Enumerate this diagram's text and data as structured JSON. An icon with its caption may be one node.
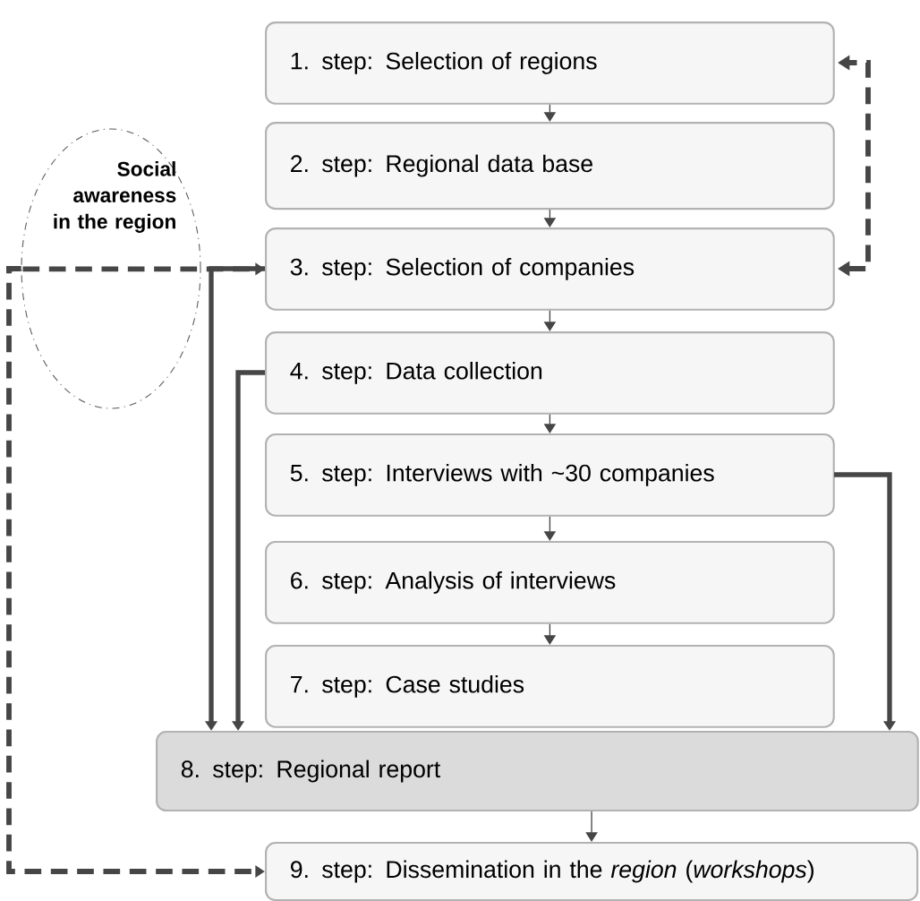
{
  "diagram": {
    "nodes": [
      {
        "text": [
          "1. step: Selection of regions"
        ]
      },
      {
        "text": [
          "2. step: Regional data base"
        ]
      },
      {
        "text": [
          "3. step: Selection of companies"
        ]
      },
      {
        "text": [
          "4. step: Data collection"
        ]
      },
      {
        "text": [
          "5. step: Interviews with ~30 companies"
        ]
      },
      {
        "text": [
          "6. step: Analysis of interviews"
        ]
      },
      {
        "text": [
          "7. step: Case studies"
        ]
      },
      {
        "text": [
          "8. step: Regional report"
        ]
      },
      {
        "text": [
          "9. step:  Dissemination in the *region* (*workshops*)"
        ]
      },
      {
        "text": [
          "Social awareness in the region"
        ]
      }
    ],
    "edges": [
      {
        "from": 0,
        "to": 1,
        "arrow": "to"
      },
      {
        "from": 1,
        "to": 2,
        "arrow": "to"
      },
      {
        "from": 2,
        "to": 3,
        "arrow": "to"
      },
      {
        "from": 3,
        "to": 4,
        "arrow": "to"
      },
      {
        "from": 4,
        "to": 5,
        "arrow": "to"
      },
      {
        "from": 5,
        "to": 6,
        "arrow": "to"
      },
      {
        "from": 7,
        "to": 8,
        "arrow": "to"
      },
      {
        "from": 2,
        "to": 7,
        "arrow": "to",
        "style": "thick"
      },
      {
        "from": 3,
        "to": 7,
        "arrow": "to",
        "style": "thick"
      },
      {
        "from": 4,
        "to": 7,
        "arrow": "to",
        "style": "thick"
      },
      {
        "from": 9,
        "to": 2,
        "arrow": "to",
        "style": "dashed"
      },
      {
        "from": 2,
        "to": 0,
        "arrow": "both",
        "style": "dashed"
      },
      {
        "from": 9,
        "to": 8,
        "arrow": "to",
        "style": "dashed"
      }
    ]
  }
}
